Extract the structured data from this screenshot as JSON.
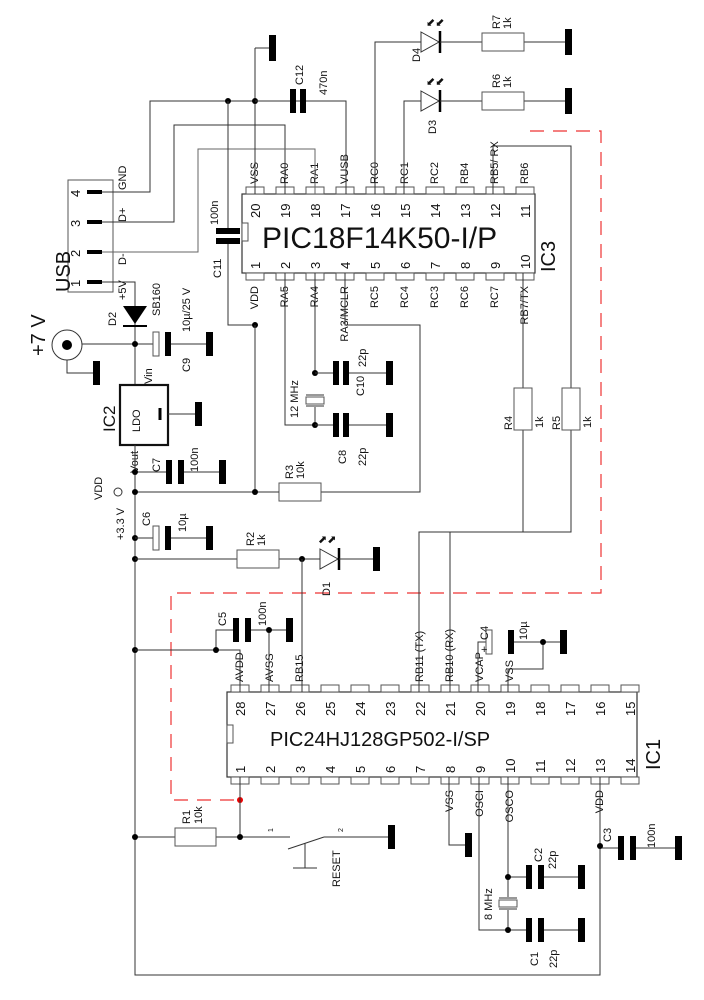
{
  "ic3": {
    "ref": "IC3",
    "part": "PIC18F14K50-I/P",
    "top_pins": [
      {
        "num": "20",
        "name": "VSS"
      },
      {
        "num": "19",
        "name": "RA0"
      },
      {
        "num": "18",
        "name": "RA1"
      },
      {
        "num": "17",
        "name": "VUSB"
      },
      {
        "num": "16",
        "name": "RC0"
      },
      {
        "num": "15",
        "name": "RC1"
      },
      {
        "num": "14",
        "name": "RC2"
      },
      {
        "num": "13",
        "name": "RB4"
      },
      {
        "num": "12",
        "name": "RB5/ RX"
      },
      {
        "num": "11",
        "name": "RB6"
      }
    ],
    "bottom_pins": [
      {
        "num": "1",
        "name": "VDD"
      },
      {
        "num": "2",
        "name": "RA5"
      },
      {
        "num": "3",
        "name": "RA4"
      },
      {
        "num": "4",
        "name": "RA3/MCLR"
      },
      {
        "num": "5",
        "name": "RC5"
      },
      {
        "num": "6",
        "name": "RC4"
      },
      {
        "num": "7",
        "name": "RC3"
      },
      {
        "num": "8",
        "name": "RC6"
      },
      {
        "num": "9",
        "name": "RC7"
      },
      {
        "num": "10",
        "name": "RB7/TX"
      }
    ]
  },
  "ic1": {
    "ref": "IC1",
    "part": "PIC24HJ128GP502-I/SP",
    "top_pins": [
      {
        "num": "28",
        "name": "AVDD"
      },
      {
        "num": "27",
        "name": "AVSS"
      },
      {
        "num": "26",
        "name": "RB15"
      },
      {
        "num": "25",
        "name": ""
      },
      {
        "num": "24",
        "name": ""
      },
      {
        "num": "23",
        "name": ""
      },
      {
        "num": "22",
        "name": "RB11 (TX)"
      },
      {
        "num": "21",
        "name": "RB10 (RX)"
      },
      {
        "num": "20",
        "name": "VCAP"
      },
      {
        "num": "19",
        "name": "VSS"
      },
      {
        "num": "18",
        "name": ""
      },
      {
        "num": "17",
        "name": ""
      },
      {
        "num": "16",
        "name": ""
      },
      {
        "num": "15",
        "name": ""
      }
    ],
    "bottom_pins": [
      {
        "num": "1",
        "name": ""
      },
      {
        "num": "2",
        "name": ""
      },
      {
        "num": "3",
        "name": ""
      },
      {
        "num": "4",
        "name": ""
      },
      {
        "num": "5",
        "name": ""
      },
      {
        "num": "6",
        "name": ""
      },
      {
        "num": "7",
        "name": ""
      },
      {
        "num": "8",
        "name": "VSS"
      },
      {
        "num": "9",
        "name": "OSCI"
      },
      {
        "num": "10",
        "name": "OSCO"
      },
      {
        "num": "11",
        "name": ""
      },
      {
        "num": "12",
        "name": ""
      },
      {
        "num": "13",
        "name": "VDD"
      },
      {
        "num": "14",
        "name": ""
      }
    ]
  },
  "ic2": {
    "ref": "IC2",
    "part": "LDO",
    "vin": "Vin",
    "vout": "Vout"
  },
  "usb": {
    "ref": "USB",
    "pins": [
      {
        "num": "4",
        "name": "GND"
      },
      {
        "num": "3",
        "name": "D+"
      },
      {
        "num": "2",
        "name": "D-"
      },
      {
        "num": "1",
        "name": "+5V"
      }
    ]
  },
  "power": {
    "input": "+7 V",
    "vdd": "VDD",
    "v33": "+3.3 V"
  },
  "components": {
    "c12": {
      "ref": "C12",
      "value": "470n"
    },
    "c11": {
      "ref": "C11",
      "value": "100n"
    },
    "c10": {
      "ref": "C10",
      "value": "22p"
    },
    "c9": {
      "ref": "C9",
      "value": "10µ/25 V"
    },
    "c8": {
      "ref": "C8",
      "value": "22p"
    },
    "c7": {
      "ref": "C7",
      "value": "100n"
    },
    "c6": {
      "ref": "C6",
      "value": "10µ"
    },
    "c5": {
      "ref": "C5",
      "value": "100n"
    },
    "c4": {
      "ref": "C4",
      "value": "10µ",
      "polarity": "+"
    },
    "c3": {
      "ref": "C3",
      "value": "100n"
    },
    "c2": {
      "ref": "C2",
      "value": "22p"
    },
    "c1": {
      "ref": "C1",
      "value": "22p"
    },
    "r7": {
      "ref": "R7",
      "value": "1k"
    },
    "r6": {
      "ref": "R6",
      "value": "1k"
    },
    "r5": {
      "ref": "R5",
      "value": "1k"
    },
    "r4": {
      "ref": "R4",
      "value": "1k"
    },
    "r3": {
      "ref": "R3",
      "value": "10k"
    },
    "r2": {
      "ref": "R2",
      "value": "1k"
    },
    "r1": {
      "ref": "R1",
      "value": "10k"
    },
    "d4": {
      "ref": "D4"
    },
    "d3": {
      "ref": "D3"
    },
    "d2": {
      "ref": "D2",
      "value": "SB160"
    },
    "d1": {
      "ref": "D1"
    },
    "xtal1": {
      "value": "12 MHz"
    },
    "xtal2": {
      "value": "8 MHz"
    },
    "reset": {
      "ref": "RESET",
      "pin1": "1",
      "pin2": "2"
    }
  },
  "colors": {
    "wire": "#333333",
    "keepout": "#ee3333",
    "junction": "#000000"
  }
}
